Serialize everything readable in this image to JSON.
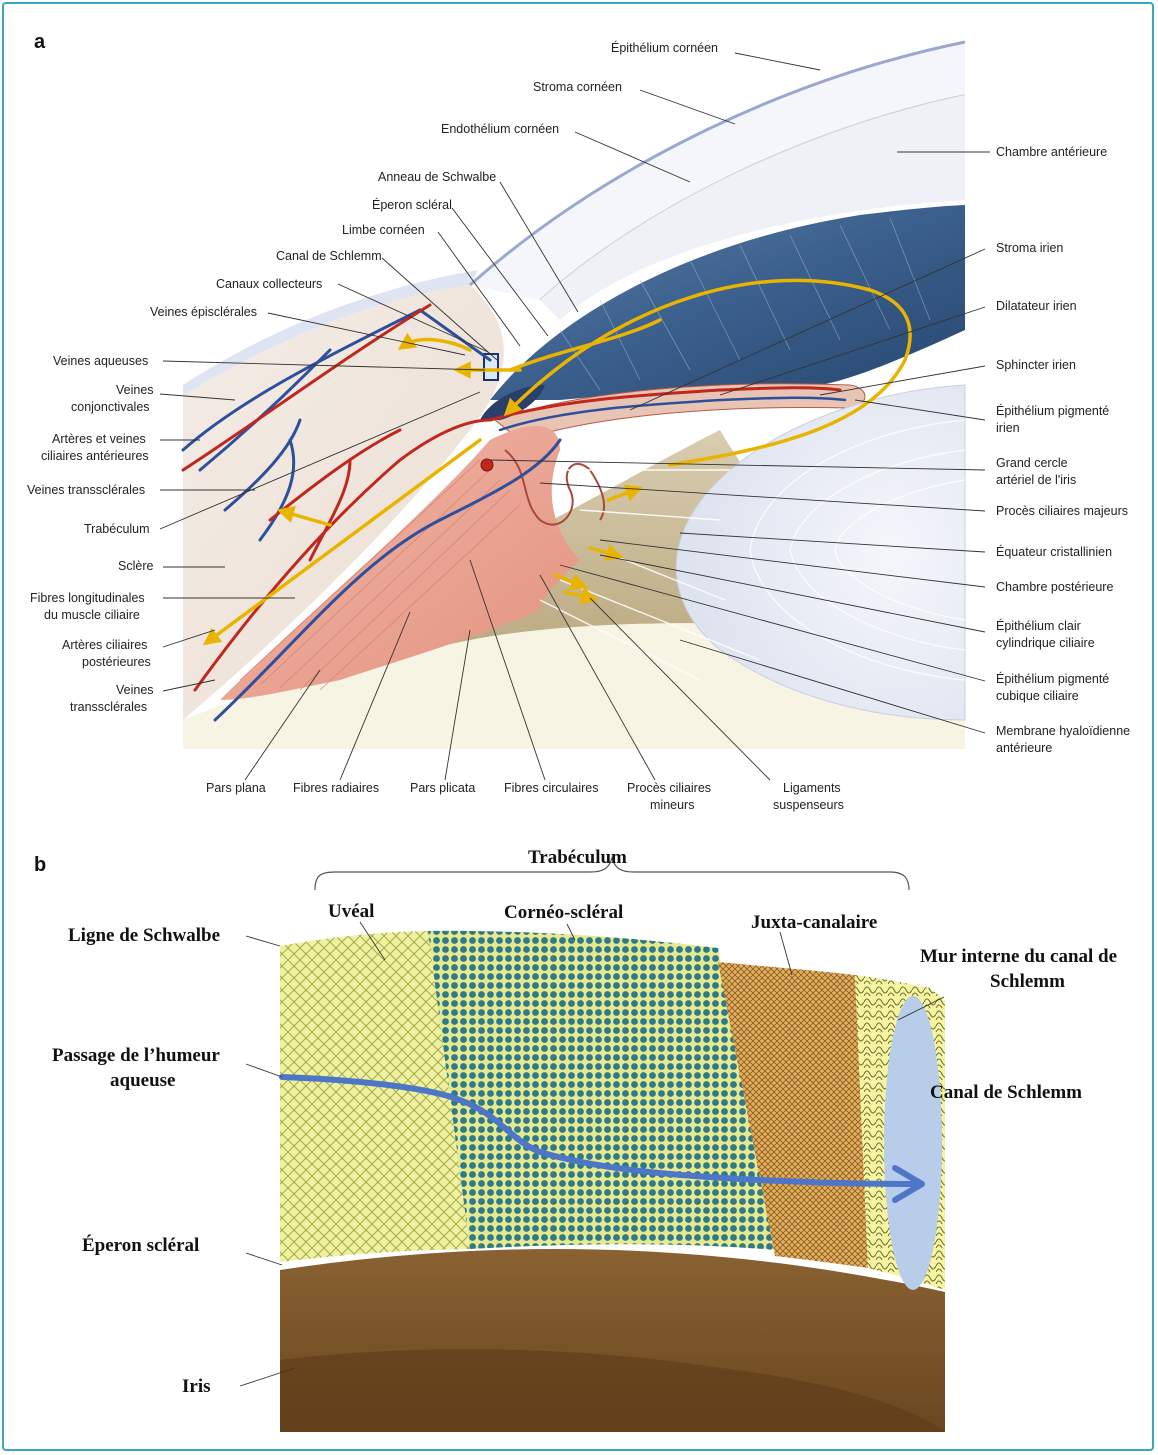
{
  "panel_a": {
    "letter": "a",
    "labels": {
      "epithelium_corneen": "Épithélium cornéen",
      "stroma_corneen": "Stroma cornéen",
      "endothelium_corneen": "Endothélium cornéen",
      "chambre_anterieure": "Chambre antérieure",
      "anneau_schwalbe": "Anneau de Schwalbe",
      "eperon_scleral": "Éperon scléral",
      "limbe_corneen": "Limbe cornéen",
      "canal_schlemm": "Canal de Schlemm",
      "canaux_collecteurs": "Canaux collecteurs",
      "veines_episclerales": "Veines épisclérales",
      "veines_aqueuses": "Veines aqueuses",
      "veines_conjonctivales_1": "Veines",
      "veines_conjonctivales_2": "conjonctivales",
      "arteres_veines_1": "Artères et veines",
      "arteres_veines_2": "ciliaires antérieures",
      "veines_transsclerales": "Veines transsclérales",
      "trabeculum": "Trabéculum",
      "sclere": "Sclère",
      "fibres_longitudinales_1": "Fibres longitudinales",
      "fibres_longitudinales_2": "du muscle ciliaire",
      "arteres_ciliaires_1": "Artères ciliaires",
      "arteres_ciliaires_2": "postérieures",
      "veines_transsclerales_bas_1": "Veines",
      "veines_transsclerales_bas_2": "transsclérales",
      "stroma_irien": "Stroma irien",
      "dilatateur_irien": "Dilatateur irien",
      "sphincter_irien": "Sphincter irien",
      "epithelium_pigmente_irien_1": "Épithélium pigmenté",
      "epithelium_pigmente_irien_2": "irien",
      "grand_cercle_1": "Grand cercle",
      "grand_cercle_2": "artériel de l'iris",
      "proces_majeurs": "Procès ciliaires majeurs",
      "equateur_cristallinien": "Équateur cristallinien",
      "chambre_posterieure": "Chambre postérieure",
      "epithelium_clair_1": "Épithélium clair",
      "epithelium_clair_2": "cylindrique ciliaire",
      "epithelium_cubique_1": "Épithélium pigmenté",
      "epithelium_cubique_2": "cubique ciliaire",
      "membrane_hyaloidienne_1": "Membrane hyaloïdienne",
      "membrane_hyaloidienne_2": "antérieure",
      "pars_plana": "Pars plana",
      "fibres_radiaires": "Fibres radiaires",
      "pars_plicata": "Pars plicata",
      "fibres_circulaires": "Fibres circulaires",
      "proces_mineurs_1": "Procès ciliaires",
      "proces_mineurs_2": "mineurs",
      "ligaments_1": "Ligaments",
      "ligaments_2": "suspenseurs"
    }
  },
  "panel_b": {
    "letter": "b",
    "labels": {
      "trabeculum": "Trabéculum",
      "uveal": "Uvéal",
      "corneo_scleral": "Cornéo-scléral",
      "juxta_canalaire": "Juxta-canalaire",
      "ligne_schwalbe": "Ligne de Schwalbe",
      "mur_interne_1": "Mur interne du canal de",
      "mur_interne_2": "Schlemm",
      "passage_1": "Passage de l’humeur",
      "passage_2": "aqueuse",
      "canal_schlemm": "Canal de Schlemm",
      "eperon_scleral": "Éperon scléral",
      "iris": "Iris"
    }
  },
  "colors": {
    "frame": "#3aa6c4",
    "aqueous_flow": "#e8b400",
    "vein": "#2e4f9c",
    "artery": "#c0271e",
    "uveal": "#e7ea8c",
    "corneoscleral": "#2f7a8a",
    "juxtacanalicular": "#d59b44",
    "schlemm_canal": "#b7cde9",
    "iris": "#7a5428",
    "flow_arrow": "#4e76c8"
  }
}
